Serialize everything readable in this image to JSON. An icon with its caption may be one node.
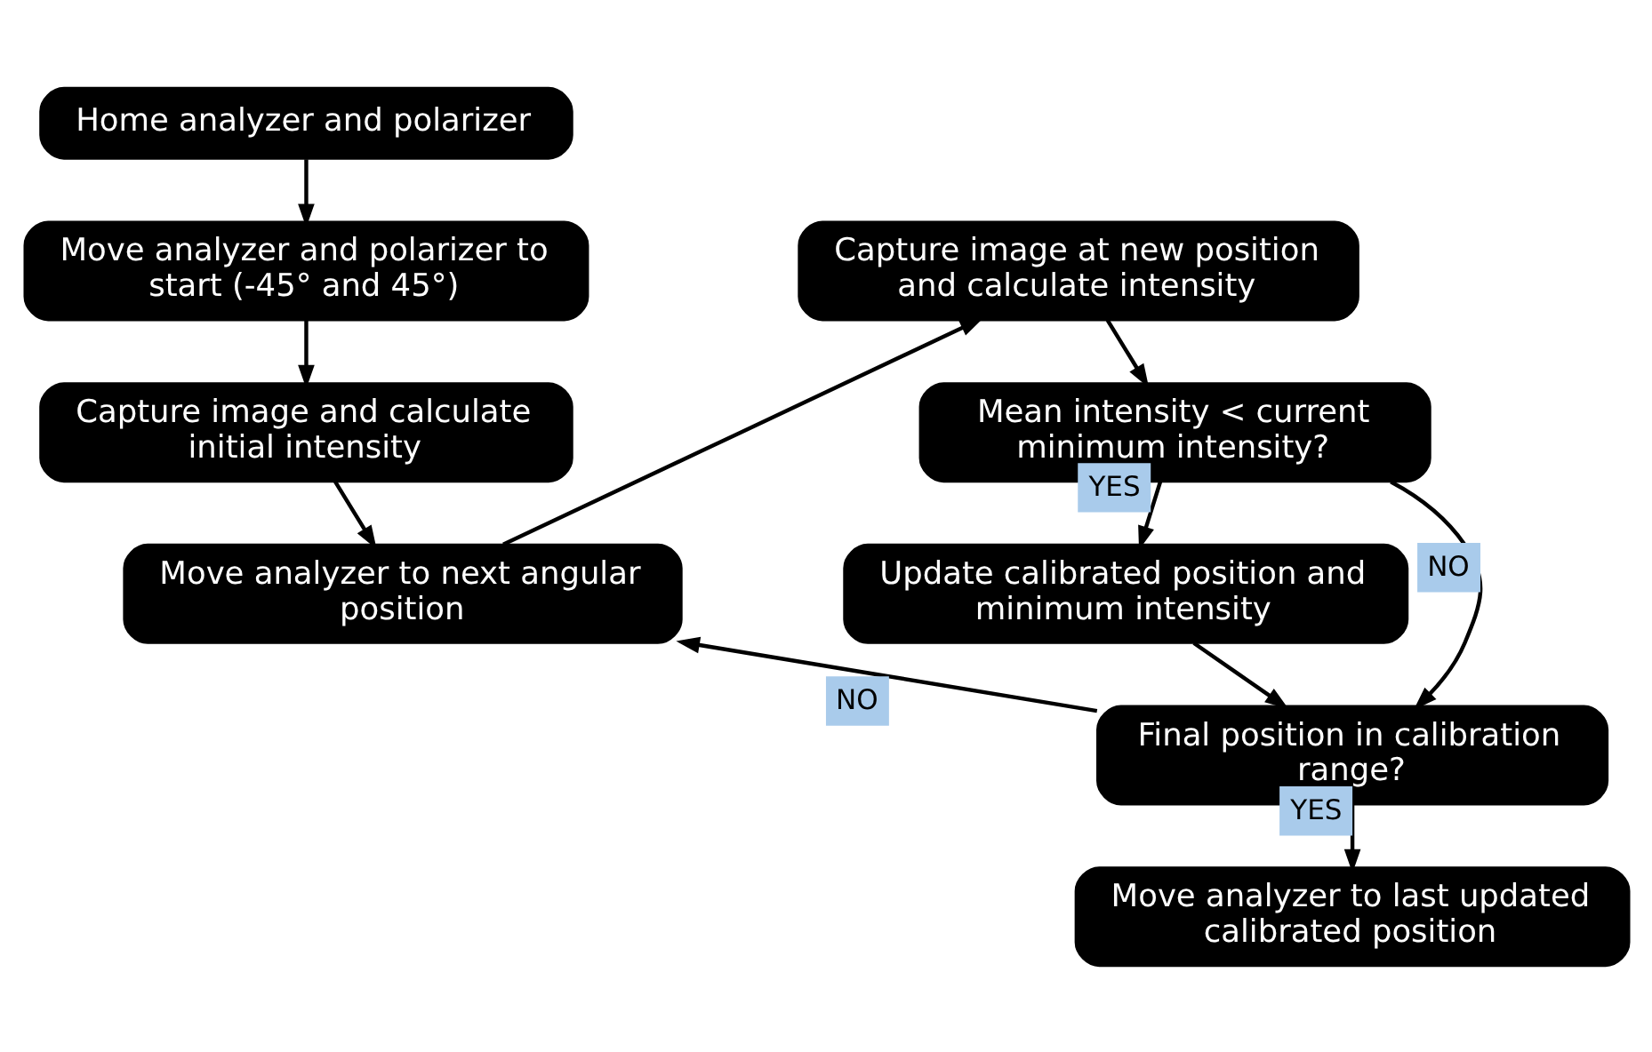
{
  "diagram": {
    "nodes": [
      {
        "text": [
          "Home analyzer and polarizer"
        ]
      },
      {
        "text": [
          "Move analyzer and polarizer to start (-45° and 45°)"
        ]
      },
      {
        "text": [
          "Capture image and calculate initial intensity"
        ]
      },
      {
        "text": [
          "Move analyzer to next angular position"
        ]
      },
      {
        "text": [
          "Capture image at new position and calculate intensity"
        ]
      },
      {
        "text": [
          "Mean intensity < current minimum intensity?"
        ]
      },
      {
        "text": [
          "Update calibrated position and minimum intensity"
        ]
      },
      {
        "text": [
          "Final position in calibration range?"
        ]
      },
      {
        "text": [
          "Move analyzer to last updated calibrated position"
        ]
      }
    ],
    "edges": [
      {
        "from": 0,
        "to": 1,
        "arrow": "to"
      },
      {
        "from": 1,
        "to": 2,
        "arrow": "to"
      },
      {
        "from": 2,
        "to": 3,
        "arrow": "to"
      },
      {
        "from": 3,
        "to": 4,
        "arrow": "to"
      },
      {
        "from": 4,
        "to": 5,
        "arrow": "to"
      },
      {
        "from": 5,
        "to": 6,
        "arrow": "to",
        "label": "YES"
      },
      {
        "from": 5,
        "to": 7,
        "arrow": "to",
        "label": "NO"
      },
      {
        "from": 6,
        "to": 7,
        "arrow": "to"
      },
      {
        "from": 7,
        "to": 3,
        "arrow": "to",
        "label": "NO"
      },
      {
        "from": 7,
        "to": 8,
        "arrow": "to",
        "label": "YES"
      }
    ]
  }
}
